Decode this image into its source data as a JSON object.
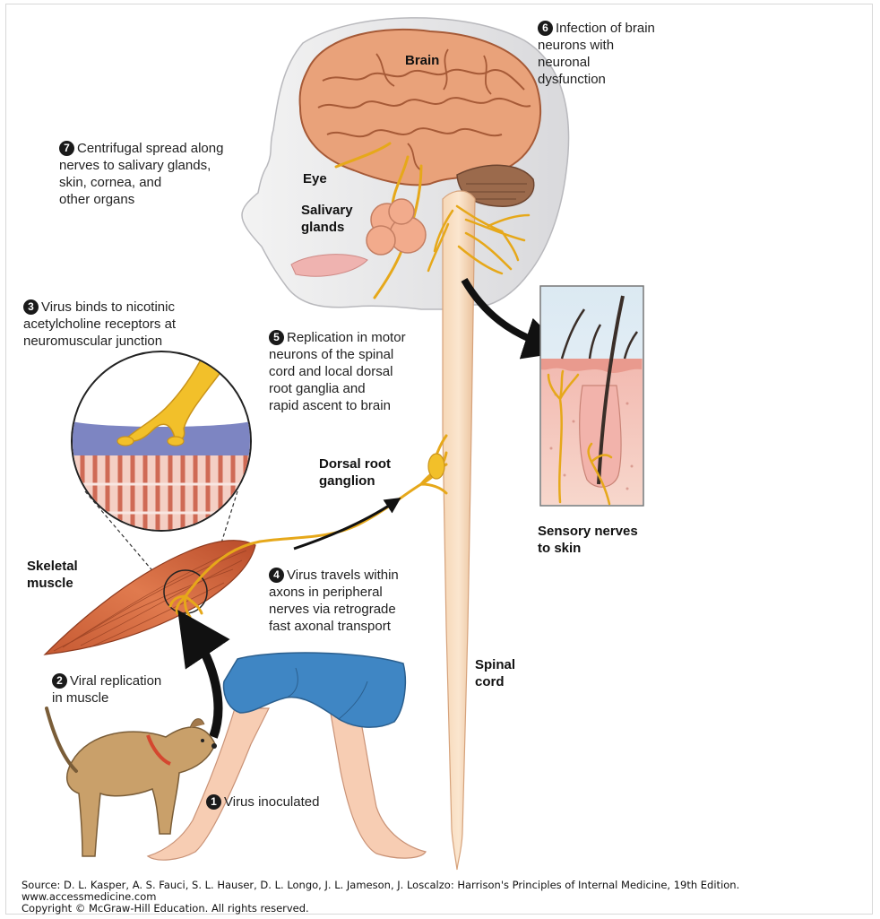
{
  "labels": {
    "brain": "Brain",
    "eye": "Eye",
    "salivary": "Salivary\nglands",
    "dorsal_root": "Dorsal root\nganglion",
    "skeletal_muscle": "Skeletal\nmuscle",
    "spinal_cord": "Spinal\ncord",
    "sensory_nerves": "Sensory nerves\nto skin"
  },
  "steps": [
    {
      "num": "1",
      "text": "Virus inoculated"
    },
    {
      "num": "2",
      "text": "Viral replication\nin muscle"
    },
    {
      "num": "3",
      "text": "Virus binds to nicotinic\nacetylcholine receptors at\nneuromuscular junction"
    },
    {
      "num": "4",
      "text": "Virus travels within\naxons in peripheral\nnerves via retrograde\nfast axonal transport"
    },
    {
      "num": "5",
      "text": "Replication in motor\nneurons of the spinal\ncord and local dorsal\nroot ganglia and\nrapid ascent to brain"
    },
    {
      "num": "6",
      "text": "Infection of brain\nneurons with\nneuronal\ndysfunction"
    },
    {
      "num": "7",
      "text": "Centrifugal spread along\nnerves to salivary glands,\nskin, cornea, and\nother organs"
    }
  ],
  "footer": {
    "source": "Source: D. L. Kasper, A. S. Fauci, S. L. Hauser, D. L. Longo, J. L. Jameson, J. Loscalzo: Harrison's Principles of Internal Medicine, 19th Edition.",
    "url": "www.accessmedicine.com",
    "copyright": "Copyright © McGraw-Hill Education.  All rights reserved."
  }
}
